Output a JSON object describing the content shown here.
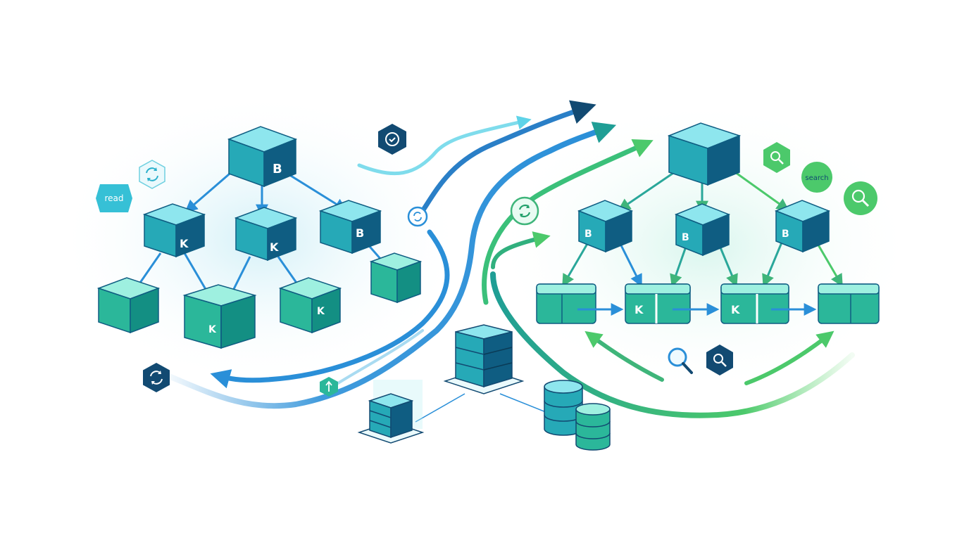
{
  "left_tree": {
    "root_label": "B",
    "level1_labels": [
      "K",
      "K",
      "B"
    ],
    "leaf_labels": [
      "",
      "K",
      "K",
      ""
    ]
  },
  "right_tree": {
    "root_label": "",
    "level1_labels": [
      "B",
      "B",
      "B"
    ],
    "leaf_labels": [
      "",
      "K",
      "K",
      ""
    ]
  },
  "badges": {
    "read_label": "read",
    "search_label": "search"
  },
  "colors": {
    "blue": "#2a8fd8",
    "light_blue": "#5fd3e8",
    "teal": "#1f9e95",
    "green": "#4cc96b",
    "dark_navy": "#124a72",
    "cube_top": "#8ee6ee",
    "cube_front": "#26a9b7",
    "cube_side": "#0f5d82",
    "leaf_green": "#2bb79a"
  },
  "icons": {
    "sync": "sync-icon",
    "search": "magnifier-icon",
    "up": "up-arrow-icon"
  }
}
